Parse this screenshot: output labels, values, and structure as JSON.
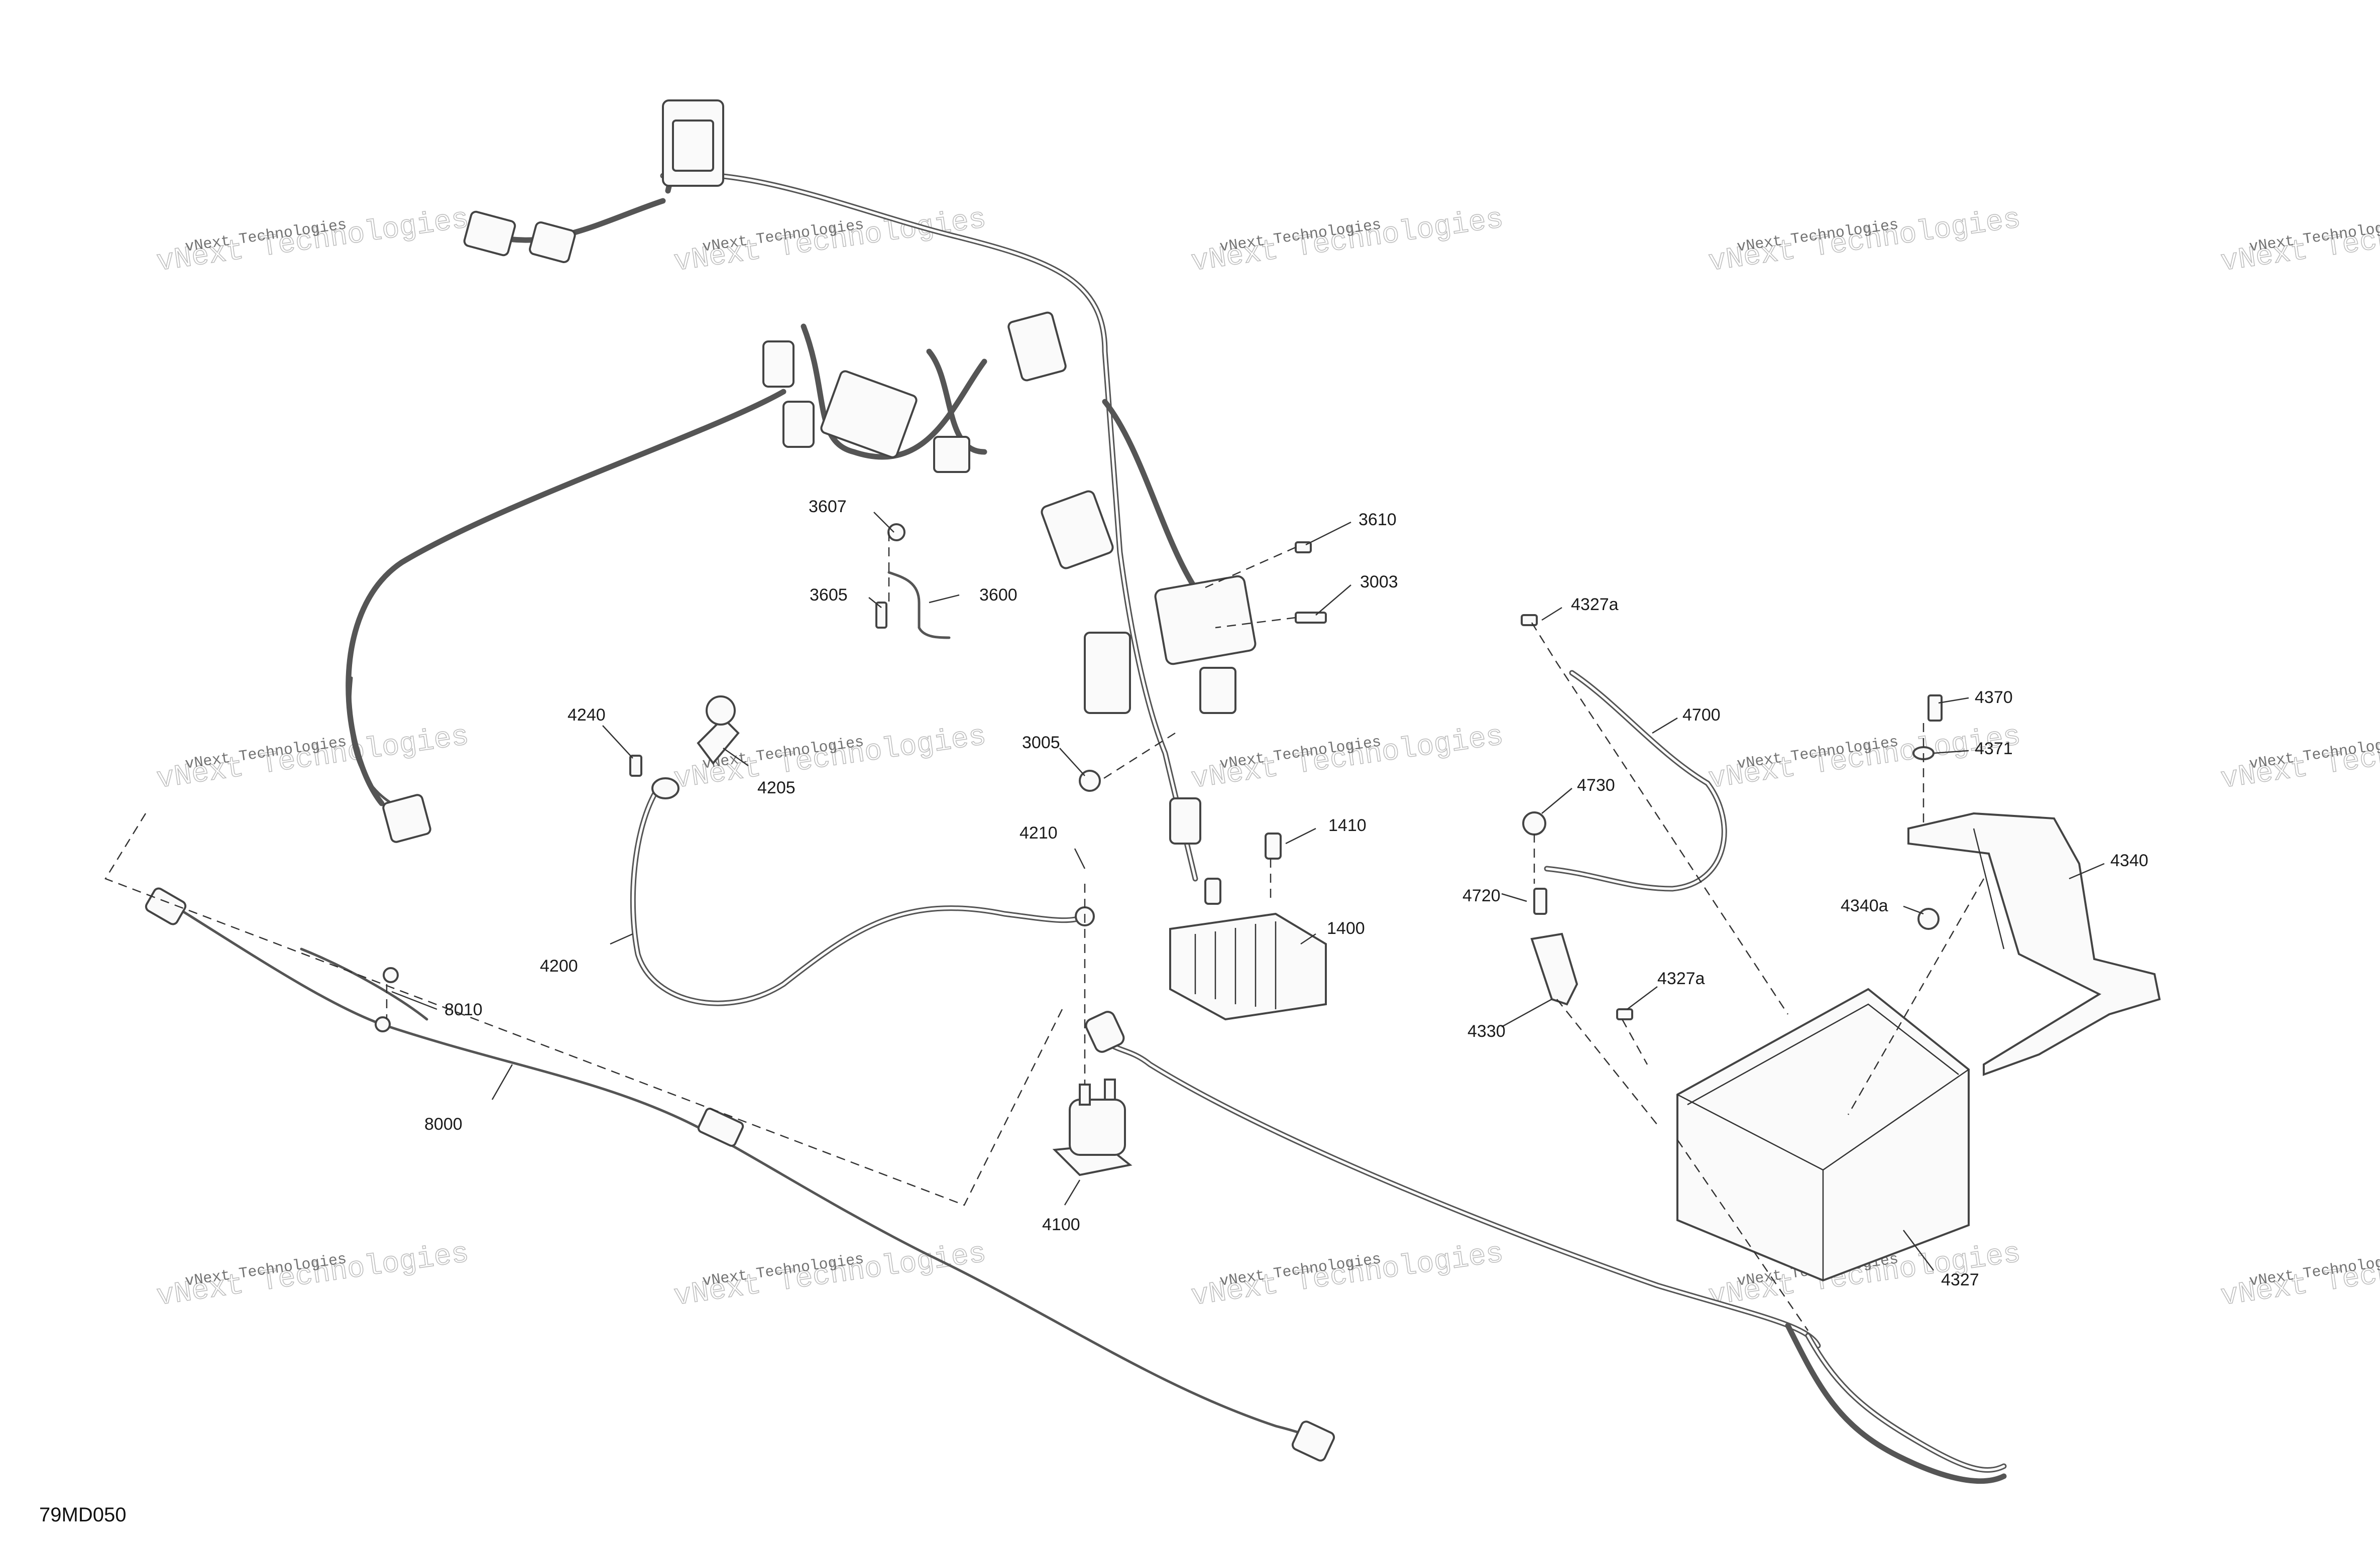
{
  "diagram_code": "79MD050",
  "watermark": {
    "line1": "vNext Technologies",
    "line2": "vNext Technologies"
  },
  "callouts": {
    "c3607": "3607",
    "c3605": "3605",
    "c3600": "3600",
    "c3610": "3610",
    "c3003": "3003",
    "c3005": "3005",
    "c4240": "4240",
    "c4205": "4205",
    "c4200": "4200",
    "c4210": "4210",
    "c1410": "1410",
    "c1400": "1400",
    "c4100": "4100",
    "c8010": "8010",
    "c8000": "8000",
    "c4327a_top": "4327a",
    "c4700": "4700",
    "c4730": "4730",
    "c4720": "4720",
    "c4330": "4330",
    "c4327a_mid": "4327a",
    "c4327": "4327",
    "c4370": "4370",
    "c4371": "4371",
    "c4340": "4340",
    "c4340a": "4340a"
  }
}
